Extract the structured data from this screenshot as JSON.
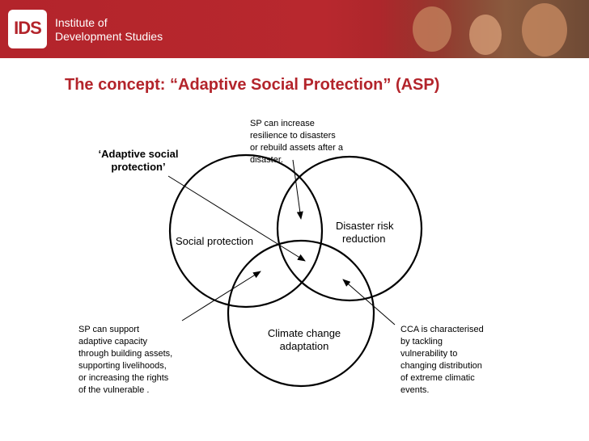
{
  "header": {
    "logo_text": "IDS",
    "org_line1": "Institute of",
    "org_line2": "Development Studies"
  },
  "title": "The concept: “Adaptive Social Protection” (ASP)",
  "diagram": {
    "asp_label_line1": "‘Adaptive social",
    "asp_label_line2": "protection’",
    "circles": {
      "social_protection": "Social protection",
      "drr_line1": "Disaster risk",
      "drr_line2": "reduction",
      "cca_line1": "Climate change",
      "cca_line2": "adaptation"
    },
    "annotations": {
      "sp_resilience": [
        "SP can increase",
        "resilience to disasters",
        "or rebuild assets after a",
        "disaster."
      ],
      "sp_adaptive": [
        "SP can support",
        "adaptive capacity",
        "through building assets,",
        "supporting livelihoods,",
        "or increasing the rights",
        "of the vulnerable ."
      ],
      "cca_characterised": [
        "CCA is characterised",
        "by tackling",
        "vulnerability to",
        "changing  distribution",
        "of extreme climatic",
        "events."
      ]
    }
  },
  "colors": {
    "brand_red": "#b3242b",
    "text": "#000000",
    "lines": "#000000"
  }
}
